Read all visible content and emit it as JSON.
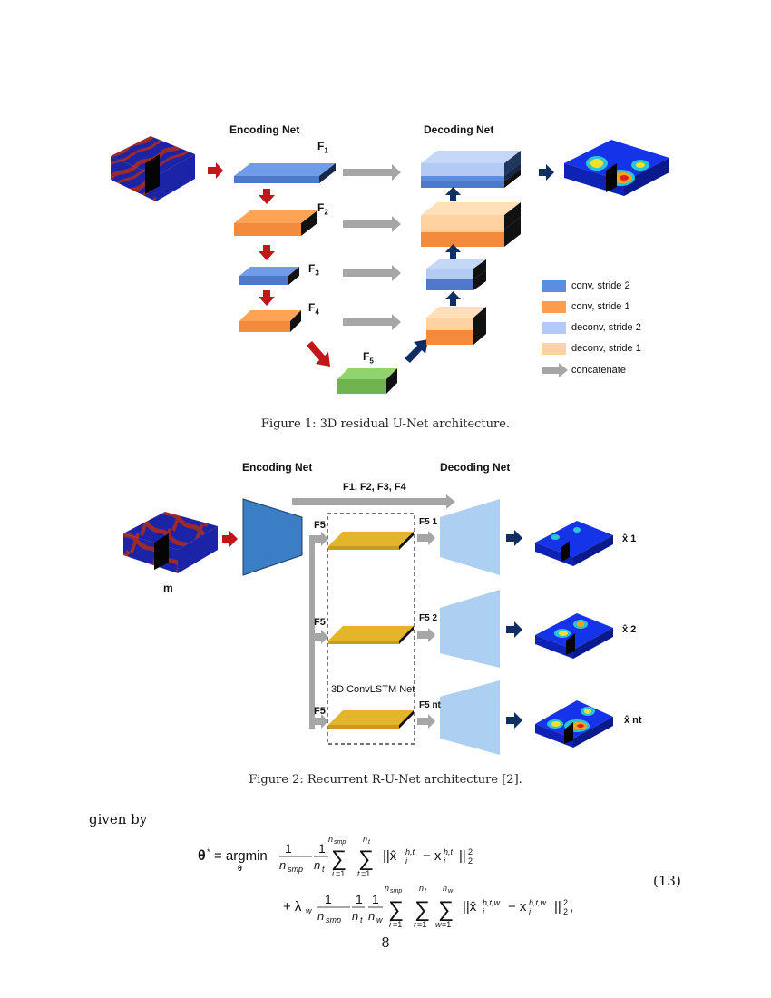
{
  "figure1": {
    "encoding_label": "Encoding Net",
    "decoding_label": "Decoding Net",
    "f1": "F",
    "f1_sub": "1",
    "f2": "F",
    "f2_sub": "2",
    "f3": "F",
    "f3_sub": "3",
    "f4": "F",
    "f4_sub": "4",
    "f5": "F",
    "f5_sub": "5",
    "legend": [
      {
        "label": "conv, stride 2",
        "color": "#5B8DE0"
      },
      {
        "label": "conv, stride 1",
        "color": "#FF9D4D"
      },
      {
        "label": "deconv, stride 2",
        "color": "#B3CBF4"
      },
      {
        "label": "deconv, stride 1",
        "color": "#FFD3A1"
      },
      {
        "label": "concatenate",
        "color": "#A6A6A6"
      }
    ],
    "caption": "Figure 1: 3D residual U-Net architecture."
  },
  "figure2": {
    "encoding_label": "Encoding Net",
    "decoding_label": "Decoding Net",
    "skip_label": "F1, F2, F3, F4",
    "input_label": "m",
    "f5_label": "F5",
    "f5_1": "F5 1",
    "f5_2": "F5 2",
    "f5_nt": "F5 nt",
    "convlstm_label": "3D ConvLSTM Net",
    "out1": "x̂ 1",
    "out2": "x̂ 2",
    "out3": "x̂ nt",
    "caption": "Figure 2: Recurrent R-U-Net architecture [2]."
  },
  "text": {
    "given_by": "given by",
    "eq_number": "(13)",
    "page_number": "8"
  },
  "colors": {
    "conv2": "#5B8DE0",
    "conv1": "#FF9D4D",
    "deconv2": "#B3CBF4",
    "deconv1": "#FFD3A1",
    "green": "#7CC35E",
    "gold": "#E3B52B",
    "encoder": "#3B7EC6",
    "decoder": "#ADCFF2",
    "red_arrow": "#C01818",
    "navy_arrow": "#0F2E63",
    "gray_arrow": "#A6A6A6"
  }
}
